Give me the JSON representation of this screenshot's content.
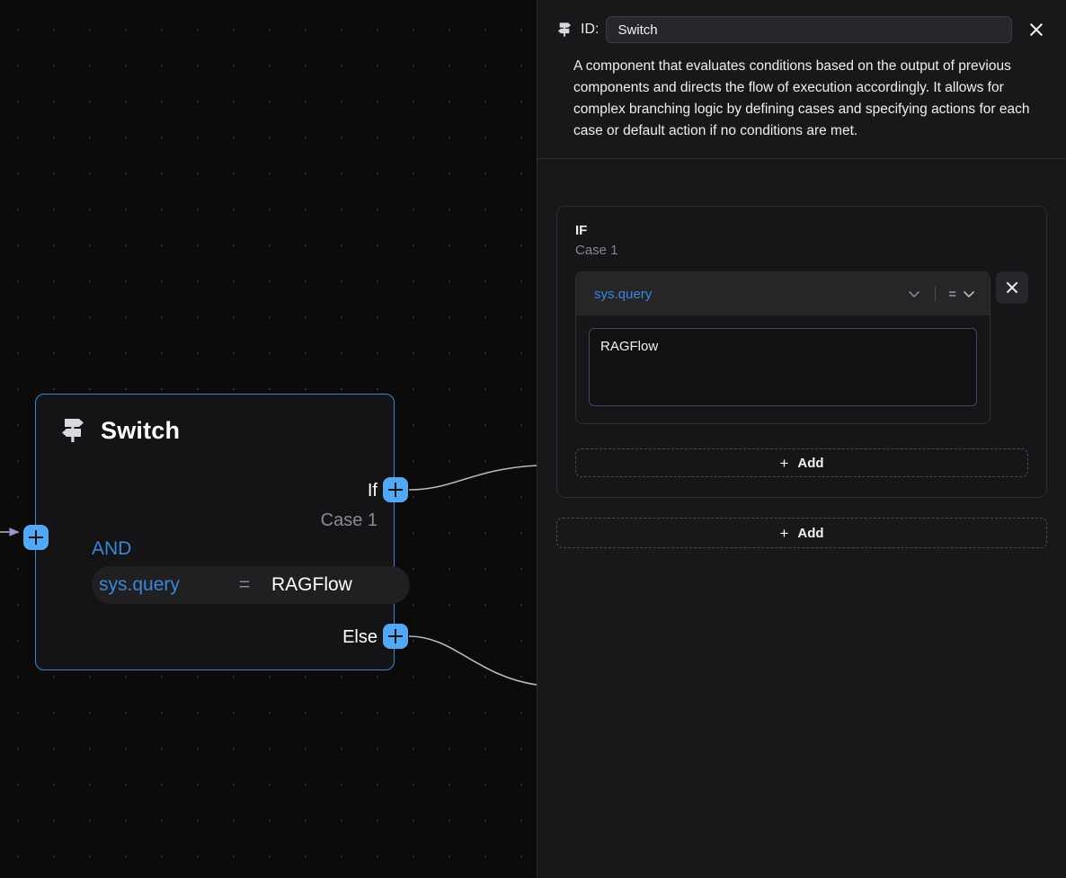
{
  "panel": {
    "icon": "signpost-icon",
    "id_label": "ID:",
    "id_value": "Switch",
    "id_placeholder": "Switch",
    "close_icon": "close-icon",
    "description": "A component that evaluates conditions based on the output of previous components and directs the flow of execution accordingly. It allows for complex branching logic by defining cases and specifying actions for each case or default action if no conditions are met.",
    "if_card": {
      "title": "IF",
      "subtitle": "Case 1",
      "condition": {
        "variable": "sys.query",
        "variable_chevron": "chevron-down-icon",
        "operator": "=",
        "operator_chevron": "chevron-down-icon",
        "value": "RAGFlow",
        "value_placeholder": "",
        "delete_icon": "close-icon"
      },
      "add_condition_label": "Add",
      "add_condition_icon": "plus-icon"
    },
    "add_case_label": "Add",
    "add_case_icon": "plus-icon"
  },
  "canvas": {
    "node": {
      "icon": "signpost-icon",
      "title": "Switch",
      "port_if": "If",
      "port_case": "Case 1",
      "port_else": "Else",
      "logic_operator": "AND",
      "condition": {
        "variable": "sys.query",
        "operator": "=",
        "value": "RAGFlow"
      },
      "handle_in_icon": "plus-icon",
      "handle_if_icon": "plus-icon",
      "handle_else_icon": "plus-icon"
    }
  },
  "colors": {
    "accent_blue": "#3b86d8",
    "handle_blue": "#52a8f5",
    "canvas_bg": "#0b0b0c",
    "panel_bg": "#18181b",
    "node_bg": "#141416",
    "muted_text": "#8a8a90",
    "edge_stroke": "#b9b7c8"
  }
}
